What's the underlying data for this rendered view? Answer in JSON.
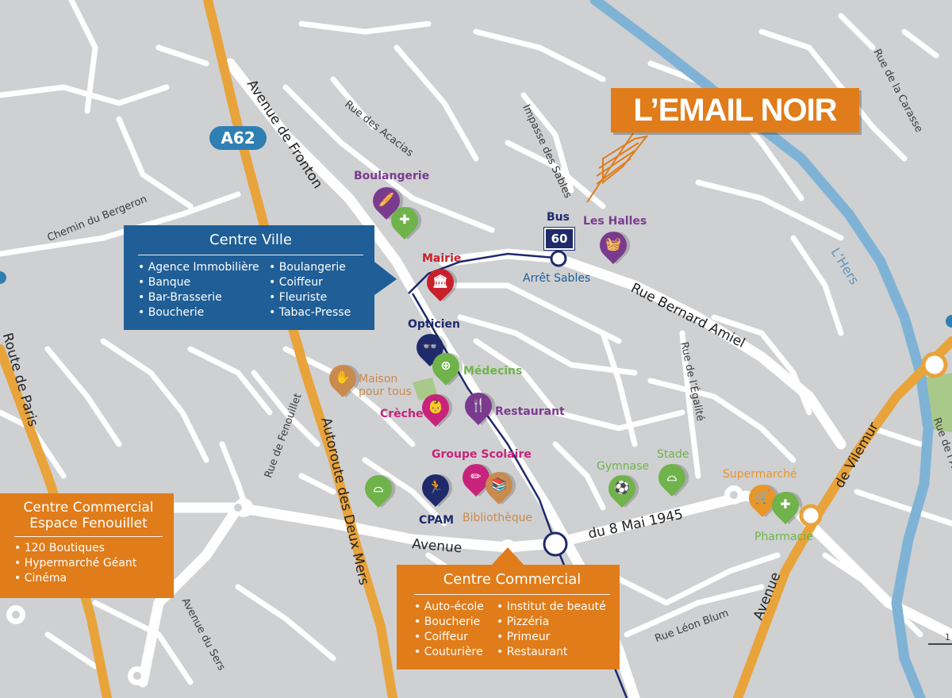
{
  "brand": {
    "title": "L’EMAIL NOIR"
  },
  "highway_shield": "A62",
  "bus": {
    "label": "Bus",
    "number": "60",
    "stop": "Arrêt Sables"
  },
  "streets": {
    "avenue_fronton": "Avenue de Fronton",
    "rue_acacias": "Rue des Acacias",
    "impasse_sables": "Impasse des Sables",
    "rue_carasse": "Rue de la Carasse",
    "chemin_bergeron": "Chemin du Bergeron",
    "rue_bernard_amiel": "Rue Bernard Amiel",
    "les_hers": "L’Hers",
    "rue_egalite": "Rue de l’Égalité",
    "rue_fenouillet": "Rue de Fenouillet",
    "autoroute": "Autoroute des Deux Mers",
    "route_paris": "Route de Paris",
    "avenue_word": "Avenue",
    "du_8_mai": "du 8 Mai 1945",
    "avenue_sers": "Avenue du Sers",
    "rue_leon_blum": "Rue Léon Blum",
    "avenue_vilemur_a": "Avenue",
    "avenue_vilemur_b": "de Vilemur",
    "rue_right_edge": "Rue de l’Are"
  },
  "scale_mark": "1",
  "poi": {
    "boulangerie": "Boulangerie",
    "les_halles": "Les Halles",
    "mairie": "Mairie",
    "opticien": "Opticien",
    "medecins": "Médecins",
    "maison_a": "Maison",
    "maison_b": "pour tous",
    "creche": "Crèche",
    "restaurant": "Restaurant",
    "groupe_scolaire": "Groupe Scolaire",
    "cpam": "CPAM",
    "bibliotheque": "Bibliothèque",
    "gymnase": "Gymnase",
    "stade": "Stade",
    "supermarche": "Supermarché",
    "pharmacie": "Pharmacie"
  },
  "panels": {
    "centre_ville": {
      "title": "Centre Ville",
      "left": [
        "Agence Immobilière",
        "Banque",
        "Bar-Brasserie",
        "Boucherie"
      ],
      "right": [
        "Boulangerie",
        "Coiffeur",
        "Fleuriste",
        "Tabac-Presse"
      ]
    },
    "espace_fenouillet": {
      "title_1": "Centre Commercial",
      "title_2": "Espace Fenouillet",
      "items": [
        "120 Boutiques",
        "Hypermarché Géant",
        "Cinéma"
      ]
    },
    "centre_commercial": {
      "title": "Centre Commercial",
      "left": [
        "Auto-école",
        "Boucherie",
        "Coiffeur",
        "Couturière"
      ],
      "right": [
        "Institut de beauté",
        "Pizzéria",
        "Primeur",
        "Restaurant"
      ]
    }
  },
  "colors": {
    "map_bg": "#cfd0d2",
    "road": "#ffffff",
    "motorway": "#e8a33b",
    "river": "#7fb3d6",
    "bus_line": "#1f2a6b",
    "panel_blue": "#1f5e96",
    "panel_orange": "#e07c1a",
    "purple": "#7a3b8f",
    "green": "#6fb34a",
    "red": "#c8202a",
    "navy": "#1f2a6b",
    "brown": "#c98a4e",
    "magenta": "#c8237a",
    "orange": "#e8952a"
  }
}
